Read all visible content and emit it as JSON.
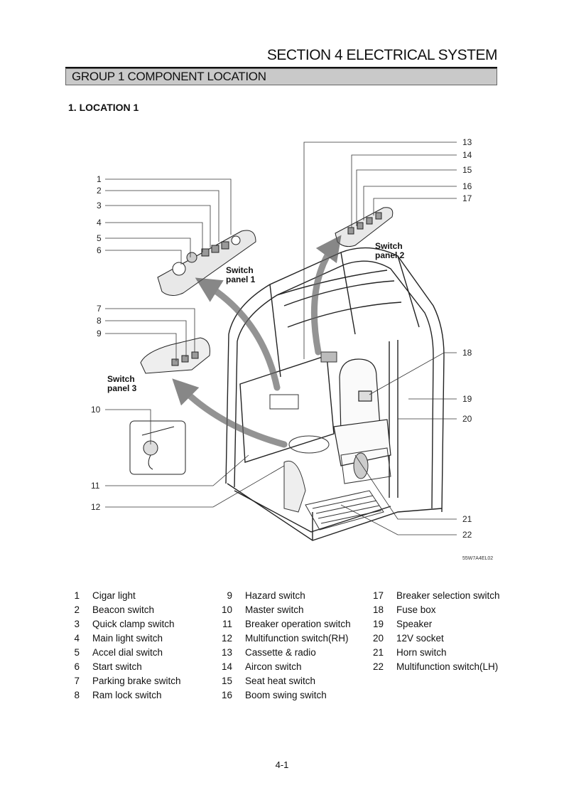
{
  "section_title": "SECTION 4  ELECTRICAL SYSTEM",
  "group_title": "GROUP  1  COMPONENT LOCATION",
  "location_title": "1. LOCATION 1",
  "figure": {
    "callouts": [
      "1",
      "2",
      "3",
      "4",
      "5",
      "6",
      "7",
      "8",
      "9",
      "10",
      "11",
      "12",
      "13",
      "14",
      "15",
      "16",
      "17",
      "18",
      "19",
      "20",
      "21",
      "22"
    ],
    "panel1": [
      "Switch",
      "panel 1"
    ],
    "panel2": [
      "Switch",
      "panel 2"
    ],
    "panel3": [
      "Switch",
      "panel 3"
    ],
    "code": "55W7A4EL02"
  },
  "legend": [
    [
      {
        "num": "1",
        "label": "Cigar light"
      },
      {
        "num": "2",
        "label": "Beacon switch"
      },
      {
        "num": "3",
        "label": "Quick clamp switch"
      },
      {
        "num": "4",
        "label": "Main light switch"
      },
      {
        "num": "5",
        "label": "Accel dial switch"
      },
      {
        "num": "6",
        "label": "Start switch"
      },
      {
        "num": "7",
        "label": "Parking brake switch"
      },
      {
        "num": "8",
        "label": "Ram lock switch"
      }
    ],
    [
      {
        "num": "9",
        "label": "Hazard switch"
      },
      {
        "num": "10",
        "label": "Master switch"
      },
      {
        "num": "11",
        "label": "Breaker operation switch"
      },
      {
        "num": "12",
        "label": "Multifunction switch(RH)"
      },
      {
        "num": "13",
        "label": "Cassette & radio"
      },
      {
        "num": "14",
        "label": "Aircon switch"
      },
      {
        "num": "15",
        "label": "Seat heat switch"
      },
      {
        "num": "16",
        "label": "Boom swing switch"
      }
    ],
    [
      {
        "num": "17",
        "label": "Breaker selection switch"
      },
      {
        "num": "18",
        "label": "Fuse box"
      },
      {
        "num": "19",
        "label": "Speaker"
      },
      {
        "num": "20",
        "label": "12V socket"
      },
      {
        "num": "21",
        "label": "Horn switch"
      },
      {
        "num": "22",
        "label": "Multifunction switch(LH)"
      }
    ]
  ],
  "page_number": "4-1"
}
